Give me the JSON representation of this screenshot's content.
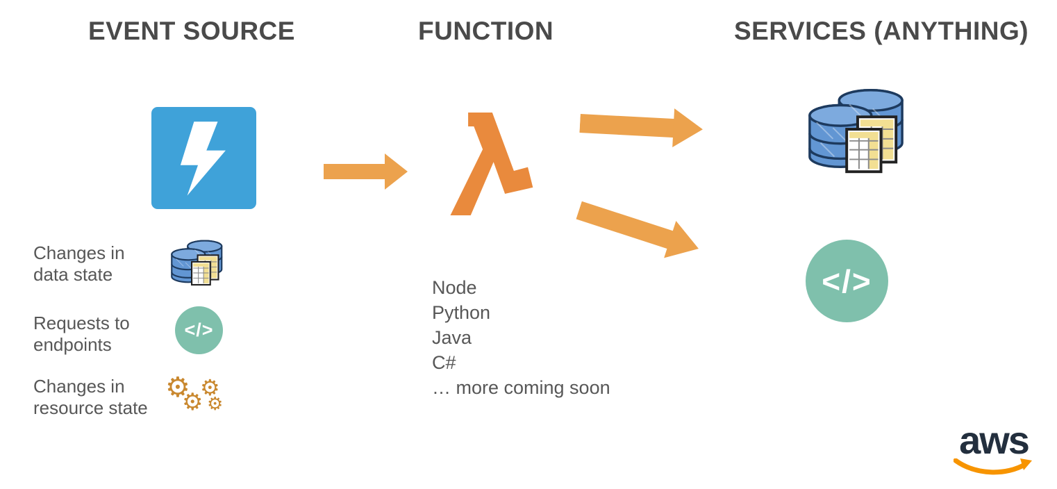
{
  "headers": {
    "event_source": "EVENT SOURCE",
    "function": "FUNCTION",
    "services": "SERVICES (ANYTHING)"
  },
  "event_source": {
    "items": [
      {
        "line1": "Changes in",
        "line2": "data state",
        "icon": "database-spreadsheet-icon"
      },
      {
        "line1": "Requests to",
        "line2": "endpoints",
        "icon": "code-endpoint-icon"
      },
      {
        "line1": "Changes in",
        "line2": "resource state",
        "icon": "gears-icon"
      }
    ]
  },
  "function": {
    "languages": [
      "Node",
      "Python",
      "Java",
      "C#",
      "… more coming soon"
    ]
  },
  "icons": {
    "code_glyph": "</>",
    "gear_glyph": "⚙"
  },
  "footer": {
    "aws_logo_text": "aws"
  },
  "colors": {
    "heading_text": "#4a4a4a",
    "body_text": "#575757",
    "event_blue": "#3fa2d9",
    "lambda_orange": "#e98a3d",
    "arrow_orange": "#eca24d",
    "service_green": "#7fc0ac",
    "database_blue": "#6296d3",
    "spreadsheet_yellow": "#f2df93",
    "gear_orange": "#c9882f",
    "aws_navy": "#232f3e",
    "aws_smile_orange": "#f79400"
  }
}
